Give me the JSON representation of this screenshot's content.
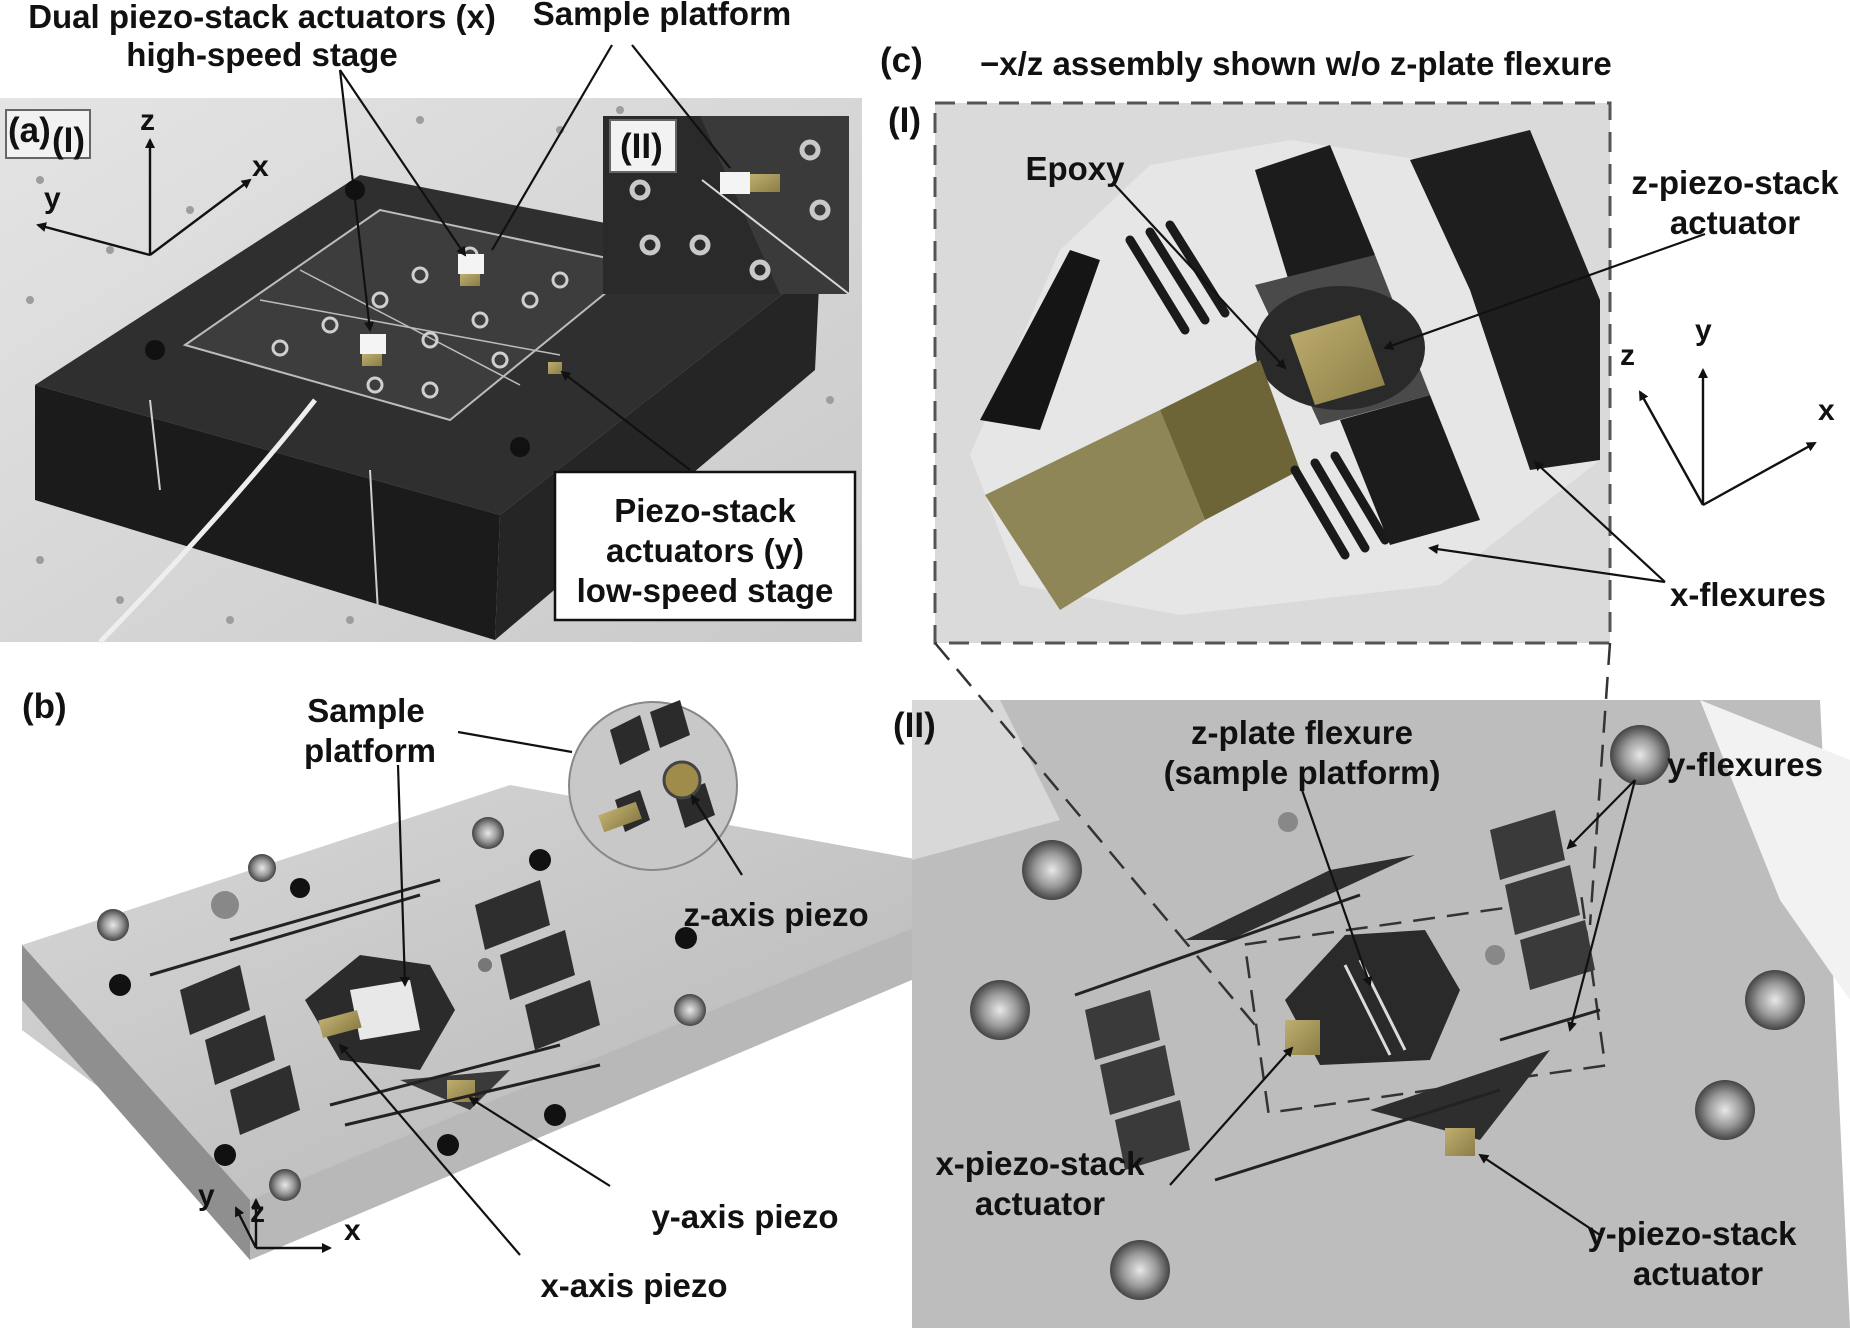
{
  "panel_a": {
    "tag": "(a)",
    "sub1": "(I)",
    "sub2": "(II)",
    "label_dual_line1": "Dual piezo-stack actuators (x)",
    "label_dual_line2": "high-speed stage",
    "label_sample": "Sample platform",
    "box_line1": "Piezo-stack",
    "box_line2": "actuators (y)",
    "box_line3": "low-speed stage",
    "axis_z": "z",
    "axis_x": "x",
    "axis_y": "y"
  },
  "panel_b": {
    "tag": "(b)",
    "label_sample_line1": "Sample",
    "label_sample_line2": "platform",
    "label_zpiezo": "z-axis piezo",
    "label_ypiezo": "y-axis piezo",
    "label_xpiezo": "x-axis piezo",
    "axis_y": "y",
    "axis_z": "z",
    "axis_x": "x"
  },
  "panel_c": {
    "tag": "(c)",
    "title": "−x/z assembly shown w/o z-plate flexure",
    "sub1": "(I)",
    "sub2": "(II)",
    "label_epoxy": "Epoxy",
    "label_zstack_line1": "z-piezo-stack",
    "label_zstack_line2": "actuator",
    "label_xflex": "x-flexures",
    "axis_z": "z",
    "axis_y": "y",
    "axis_x": "x",
    "label_zplate_line1": "z-plate flexure",
    "label_zplate_line2": "(sample platform)",
    "label_yflex": "y-flexures",
    "label_xstack_line1": "x-piezo-stack",
    "label_xstack_line2": "actuator",
    "label_ystack_line1": "y-piezo-stack",
    "label_ystack_line2": "actuator"
  }
}
